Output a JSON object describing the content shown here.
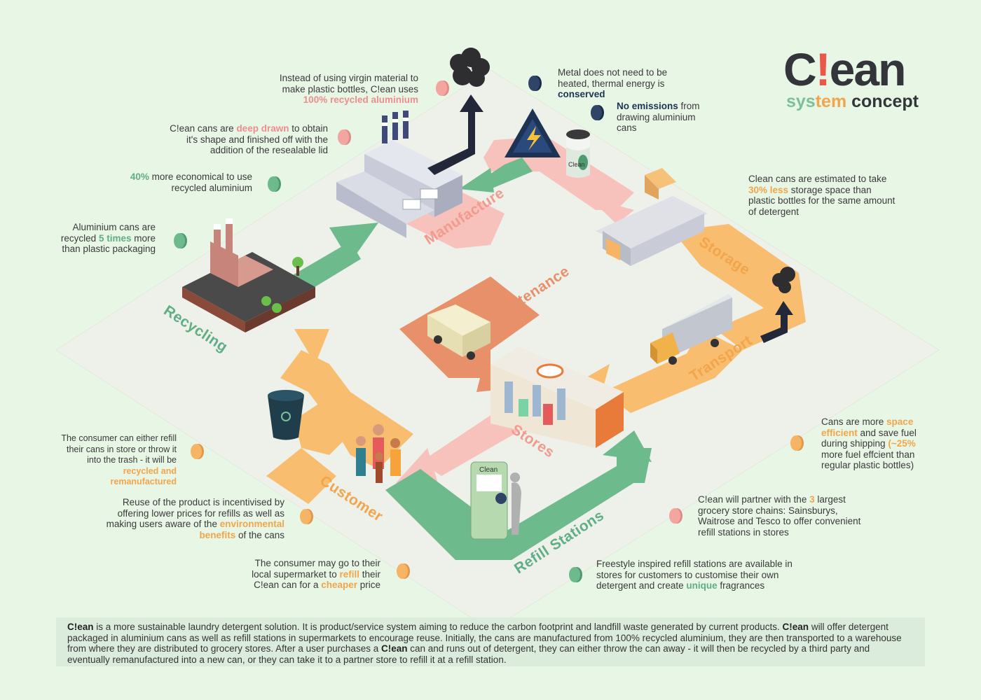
{
  "logo": {
    "c": "C",
    "bang": "!",
    "ean": "ean",
    "sub1": "sys",
    "sub2": "tem",
    "sub3": " concept"
  },
  "stages": {
    "manufacture": "Manufacture",
    "storage": "Storage",
    "transport": "Transport",
    "recycling": "Recycling",
    "maintenance": "Maintenance",
    "stores": "Stores",
    "customer": "Customer",
    "refill": "Refill Stations"
  },
  "can_label": "Clean",
  "refill_machine_label": "Clean",
  "notes": {
    "virgin": {
      "pre": "Instead of using virgin material to make plastic bottles, C!ean uses ",
      "hl": "100% recycled aluminium",
      "post": ""
    },
    "deep_drawn": {
      "pre": "C!ean cans are ",
      "hl": "deep drawn",
      "post": " to obtain it's shape and finished off with the addition of the resealable lid"
    },
    "economical": {
      "hl": "40%",
      "post": " more economical to use recycled aluminium"
    },
    "recycled_times": {
      "pre": "Aluminium cans are recycled ",
      "hl": "5 times",
      "post": " more than plastic packaging"
    },
    "metal_heat": {
      "pre": "Metal does not need to be heated, thermal energy is ",
      "hl": "conserved",
      "post": ""
    },
    "no_emissions": {
      "hl": "No emissions",
      "post": " from drawing aluminium cans"
    },
    "storage_space": {
      "pre": "Clean cans are estimated to take ",
      "hl": "30% less",
      "post": " storage space than plastic bottles for the same amount of detergent"
    },
    "space_efficient": {
      "pre": "Cans are more ",
      "hl": "space efficient",
      "mid": " and save fuel during shipping ",
      "hl2": "(~25%",
      "post": " more fuel effcient than regular plastic bottles)"
    },
    "partner": {
      "pre": "C!ean will partner with the ",
      "hl": "3",
      "post": " largest grocery store chains: Sainsburys, Waitrose and Tesco to offer convenient refill stations in stores"
    },
    "freestyle": {
      "pre": "Freestyle inspired refill stations are available in stores for customers to customise their own detergent and create ",
      "hl": "unique",
      "post": " fragrances"
    },
    "consumer_refill": {
      "pre": "The consumer can either refill their cans in store or throw it into the trash - it will be ",
      "hl": "recycled and remanufactured",
      "post": ""
    },
    "reuse": {
      "pre": "Reuse of the product is incentivised by offering lower prices for refills as well as making users aware of the ",
      "hl": "environmental benefits",
      "post": " of the cans"
    },
    "supermarket": {
      "pre": "The consumer may go to their local supermarket to ",
      "hl": "refill",
      "mid": " their C!ean can for a ",
      "hl2": "cheaper",
      "post": " price"
    }
  },
  "summary": {
    "b1": "C!ean",
    "t1": " is a more sustainable laundry detergent solution. It is product/service system aiming to reduce the carbon footprint and landfill waste generated by current products. ",
    "b2": "C!ean",
    "t2": " will offer detergent packaged in aluminium cans as well as refill stations in supermarkets to encourage reuse. Initially, the cans are manufactured from 100% recycled aluminium, they are then transported to a warehouse from where they are distributed to grocery stores. After a user purchases a ",
    "b3": "C!ean",
    "t3": " can and runs out of detergent, they can either throw the can away - it will then be recycled by a third party and eventually remanufactured into a new can, or they can take it to a partner store to refill it at a refill station."
  },
  "colors": {
    "pink": "#f7c2bb",
    "orange": "#f8bd6e",
    "green": "#6dba8c",
    "maintenance": "#e7906a",
    "navy": "#1e3354",
    "accent_red": "#e9584a"
  }
}
